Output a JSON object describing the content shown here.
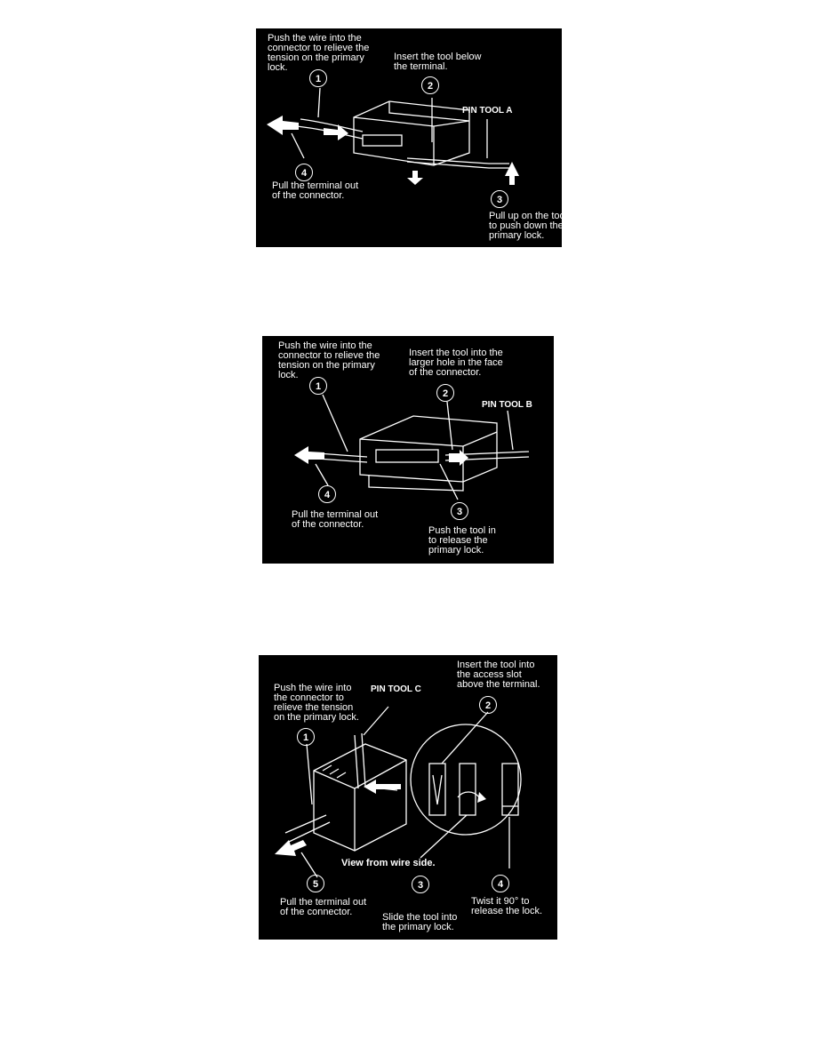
{
  "figure_a": {
    "text_push_wire": "Push the wire into the\nconnector to relieve the\ntension on the primary\nlock.",
    "text_insert_tool": "Insert the tool below\nthe terminal.",
    "text_tool_name": "PIN TOOL A",
    "text_pull_terminal": "Pull the terminal out\nof the connector.",
    "text_pull_up": "Pull up on the tool\nto push down the\nprimary lock.",
    "callouts": [
      "1",
      "2",
      "3",
      "4"
    ]
  },
  "figure_b": {
    "text_push_wire": "Push the wire into the\nconnector to relieve the\ntension on the primary\nlock.",
    "text_insert_tool": "Insert the tool into the\nlarger hole in the face\nof the connector.",
    "text_tool_name": "PIN TOOL B",
    "text_pull_terminal": "Pull the terminal out\nof the connector.",
    "text_push_tool": "Push the tool in\nto release the\nprimary lock.",
    "callouts": [
      "1",
      "2",
      "3",
      "4"
    ]
  },
  "figure_c": {
    "text_push_wire": "Push the wire into\nthe connector to\nrelieve the tension\non the primary lock.",
    "text_tool_name": "PIN TOOL C",
    "text_insert_tool": "Insert the tool into\nthe access slot\nabove the terminal.",
    "text_view": "View from wire side.",
    "text_pull_terminal": "Pull the terminal out\nof the connector.",
    "text_slide_tool": "Slide the tool into\nthe primary lock.",
    "text_twist": "Twist it 90° to\nrelease the lock.",
    "callouts": [
      "1",
      "2",
      "3",
      "4",
      "5"
    ]
  }
}
